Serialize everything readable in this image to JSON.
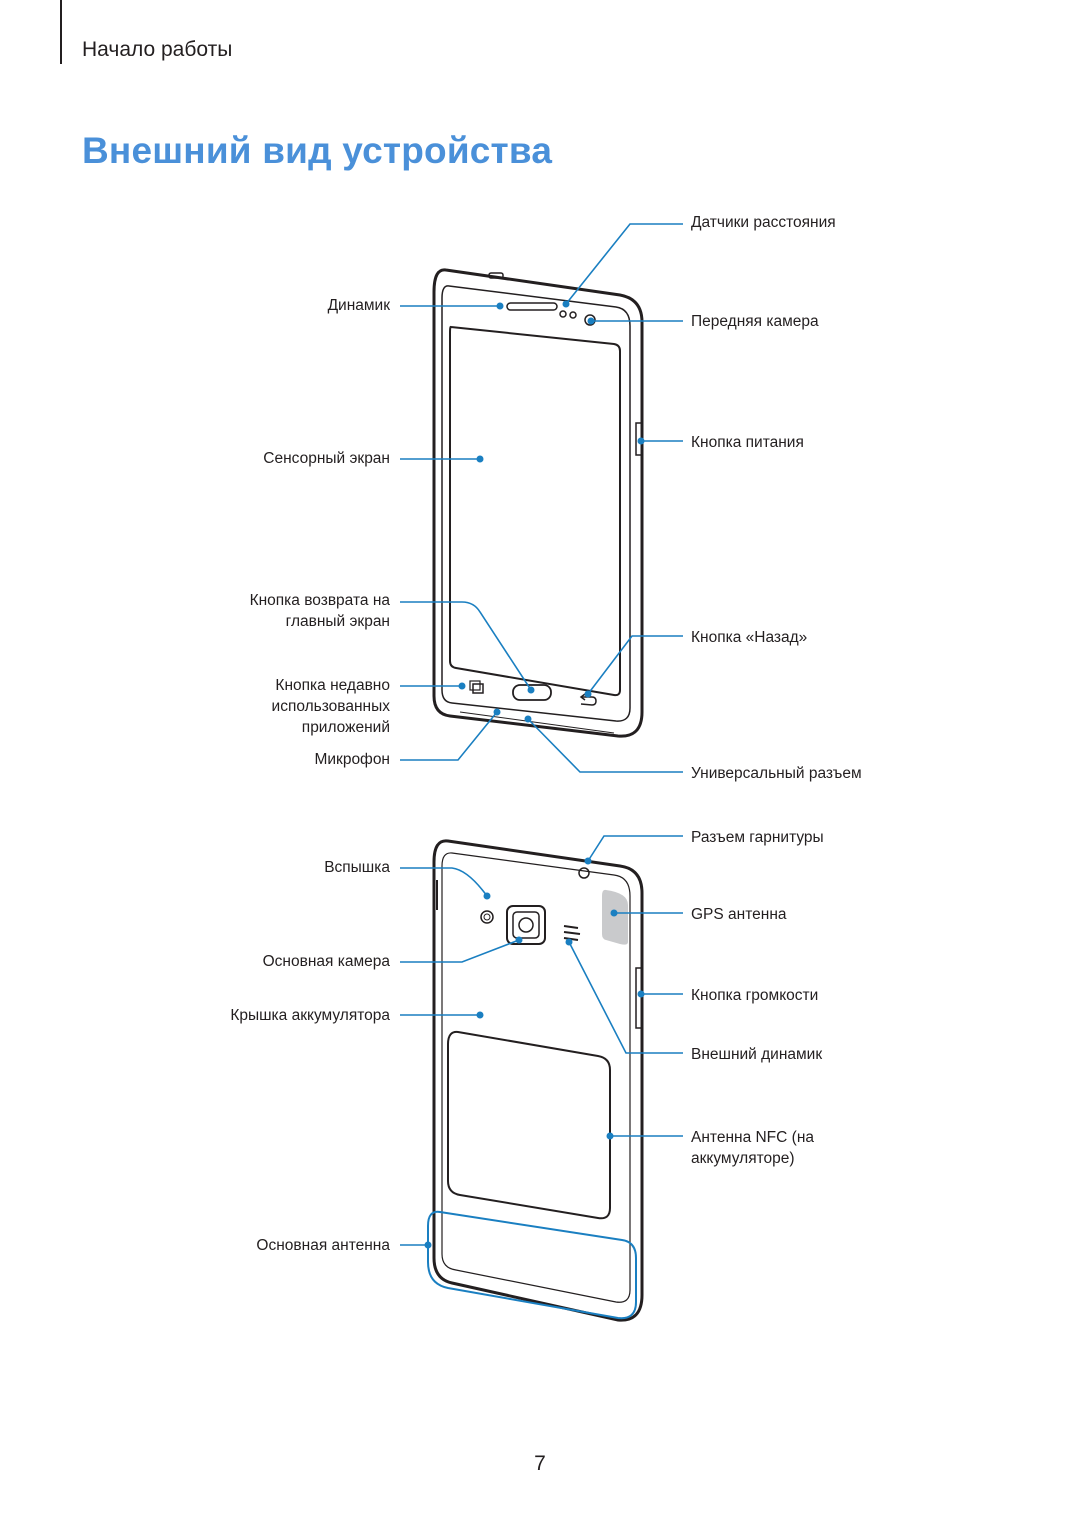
{
  "header": {
    "section": "Начало работы",
    "title": "Внешний вид устройства"
  },
  "front_labels": {
    "proximity": "Датчики расстояния",
    "speaker": "Динамик",
    "front_camera": "Передняя камера",
    "power_button": "Кнопка питания",
    "touchscreen": "Сенсорный экран",
    "home_button_line1": "Кнопка возврата на",
    "home_button_line2": "главный экран",
    "back_button": "Кнопка «Назад»",
    "recent_line1": "Кнопка недавно",
    "recent_line2": "использованных",
    "recent_line3": "приложений",
    "microphone": "Микрофон",
    "usb_port": "Универсальный разъем"
  },
  "back_labels": {
    "headset_jack": "Разъем гарнитуры",
    "flash": "Вспышка",
    "gps_antenna": "GPS антенна",
    "main_camera": "Основная камера",
    "volume_button": "Кнопка громкости",
    "battery_cover": "Крышка аккумулятора",
    "speaker": "Внешний динамик",
    "nfc_line1": "Антенна NFC (на",
    "nfc_line2": "аккумуляторе)",
    "main_antenna": "Основная антенна"
  },
  "colors": {
    "accent": "#4a90d9",
    "callout": "#1a7fc1",
    "ink": "#231f20"
  },
  "page_number": "7"
}
